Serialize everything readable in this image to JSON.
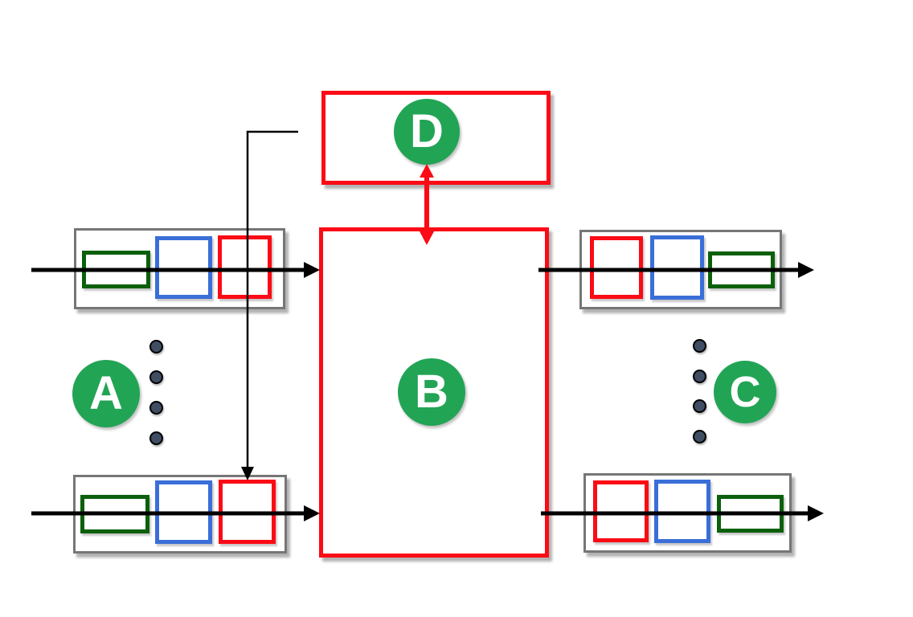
{
  "diagram": {
    "nodes": {
      "a": "A",
      "b": "B",
      "c": "C",
      "d": "D"
    },
    "colors": {
      "node_circle_green": "#22a455",
      "node_letter": "#ffffff",
      "stage_box_red": "#fb0b15",
      "queue_border_gray": "#767676",
      "item_outline_dark_green": "#0c600c",
      "item_outline_blue": "#3a6ed8",
      "item_outline_red": "#fb0b15",
      "flow_arrow_black": "#000000",
      "ellipsis_dot_slate": "#3f4e63",
      "background": "#ffffff"
    }
  }
}
